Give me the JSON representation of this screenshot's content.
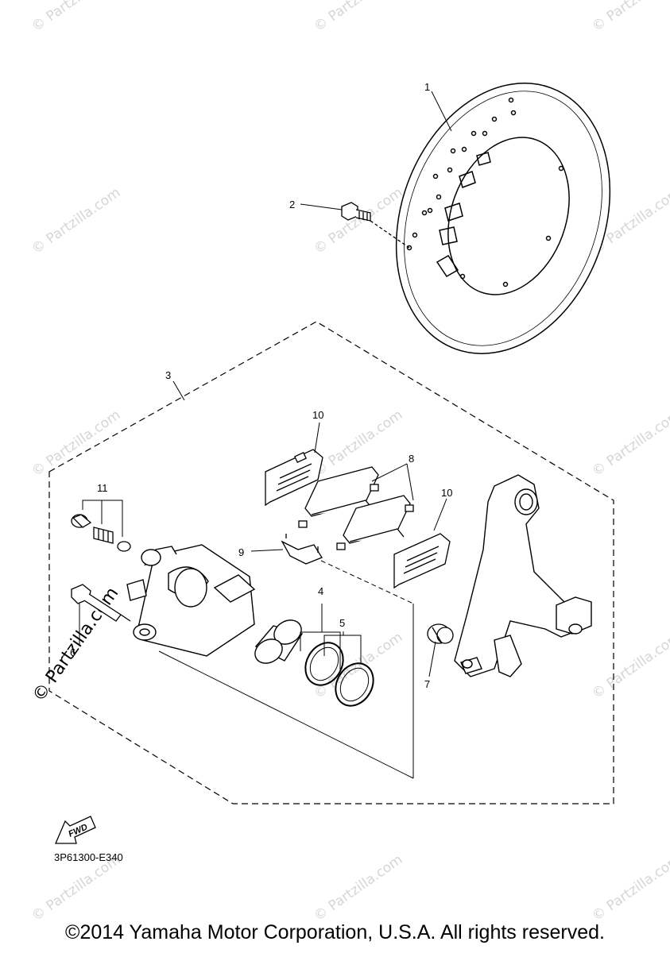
{
  "callouts": {
    "c1": "1",
    "c2": "2",
    "c3": "3",
    "c4": "4",
    "c5": "5",
    "c6": "6",
    "c7": "7",
    "c8": "8",
    "c9": "9",
    "c10a": "10",
    "c10b": "10",
    "c11": "11"
  },
  "fwd_label": "FWD",
  "diagram_code": "3P61300-E340",
  "copyright": "©2014 Yamaha Motor Corporation, U.S.A. All rights reserved.",
  "watermark": "© Partzilla.com",
  "watermark_side": "© Partzilla.com"
}
